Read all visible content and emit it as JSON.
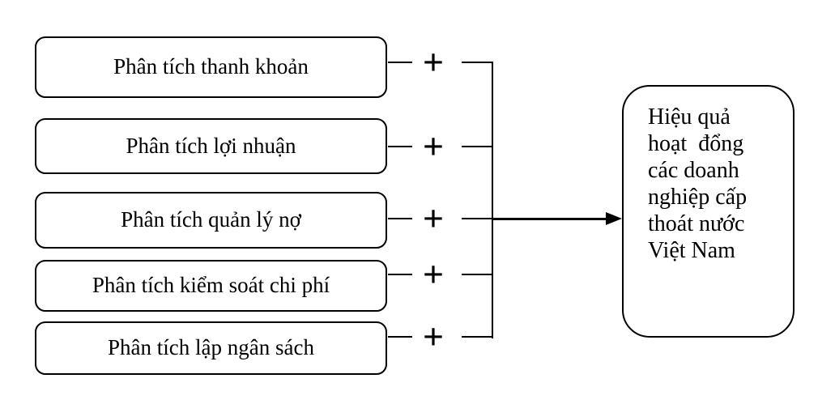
{
  "diagram": {
    "operator": "+",
    "left_boxes": [
      {
        "label": "Phân tích thanh khoản"
      },
      {
        "label": "Phân tích lợi nhuận"
      },
      {
        "label": "Phân tích quản lý nợ"
      },
      {
        "label": "Phân tích kiểm soát chi phí"
      },
      {
        "label": "Phân tích lập ngân sách"
      }
    ],
    "result_box": {
      "label": "Hiệu quả\nhoạt  đổng\ncác doanh\nnghiệp cấp\nthoát nước\nViệt Nam"
    },
    "colors": {
      "line": "#000000",
      "box_border": "#000000",
      "box_background": "#ffffff",
      "text": "#000000",
      "page_background": "#ffffff"
    }
  }
}
